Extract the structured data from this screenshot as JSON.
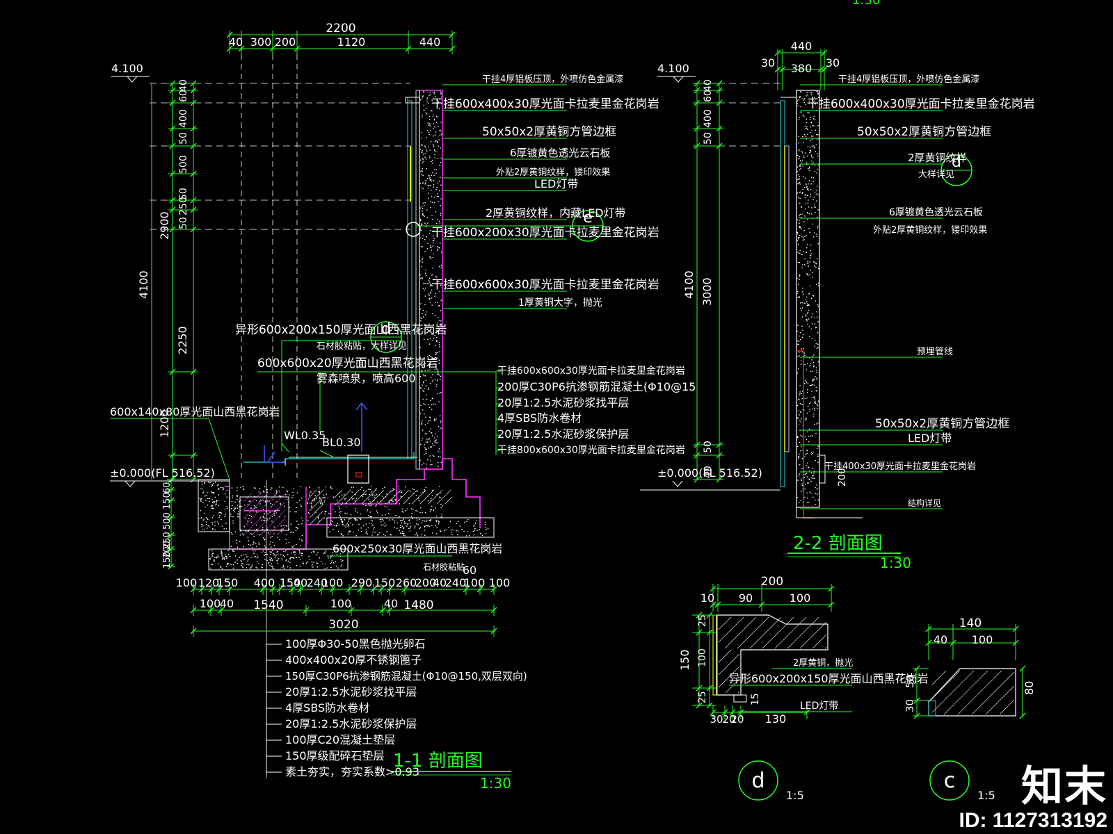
{
  "colors": {
    "bg": "#000000",
    "green": "#22ff22",
    "white": "#ffffff",
    "magenta": "#ff33ff",
    "blue": "#3355ff",
    "red": "#ff2222",
    "cyan": "#22dddd",
    "yellow": "#ffff00",
    "grey": "#888888"
  },
  "s11": {
    "title": "1-1 剖面图",
    "scale": "1:30",
    "dims_top": [
      "2200",
      "40",
      "300",
      "200",
      "1120",
      "440"
    ],
    "elev_top": "4.100",
    "elev_bottom": "±0.000(FL  516.52)",
    "dims_left_small": [
      "40",
      "60",
      "400",
      "50",
      "500",
      "50",
      "250",
      "50",
      "2900",
      "4100",
      "2250",
      "1200"
    ],
    "dims_left_low": [
      "60",
      "150",
      "500",
      "250",
      "200",
      "150"
    ],
    "dims_bottom_row1": [
      "100",
      "120",
      "150",
      "400",
      "150",
      "40",
      "240",
      "100",
      "290",
      "150",
      "260",
      "200",
      "40",
      "240",
      "100",
      "100",
      "60"
    ],
    "dims_bottom_row2": [
      "100",
      "40",
      "1540",
      "100",
      "40",
      "1480"
    ],
    "dim_total": "3020",
    "labels_right": [
      "干挂4厚铝板压顶，外喷仿色金属漆",
      "干挂600x400x30厚光面卡拉麦里金花岗岩",
      "50x50x2厚黄铜方管边框",
      "6厚镀黄色透光云石板",
      "外贴2厚黄铜纹样，镂印效果",
      "LED灯带",
      "2厚黄铜纹样，内藏LED灯带",
      "干挂600x200x30厚光面卡拉麦里金花岗岩",
      "干挂600x600x30厚光面卡拉麦里金花岗岩",
      "1厚黄铜大字，抛光"
    ],
    "labels_right_lower": [
      "干挂600x600x30厚光面卡拉麦里金花岗岩",
      "200厚C30P6抗渗钢筋混凝土(Φ10@15",
      "20厚1:2.5水泥砂浆找平层",
      "4厚SBS防水卷材",
      "20厚1:2.5水泥砂浆保护层",
      "干挂800x600x30厚光面卡拉麦里金花岗岩"
    ],
    "labels_mid": [
      "异形600x200x150厚光面山西黑花岗岩",
      "石材胶粘贴，大样详见",
      "600x600x20厚光面山西黑花岗岩",
      "雾森喷泉，喷高600"
    ],
    "label_left_coping": "600x140x80厚光面山西黑花岗岩",
    "wl": "WL0.35",
    "bl": "BL0.30",
    "label_bottom_stone": "600x250x30厚光面山西黑花岗岩",
    "label_bottom_glue": "石材胶粘贴",
    "layers": [
      "100厚Φ30-50黑色抛光卵石",
      "400x400x20厚不锈钢篦子",
      "150厚C30P6抗渗钢筋混凝土(Φ10@150,双层双向)",
      "20厚1:2.5水泥砂浆找平层",
      "4厚SBS防水卷材",
      "20厚1:2.5水泥砂浆保护层",
      "100厚C20混凝土垫层",
      "150厚级配碎石垫层",
      "素土夯实，夯实系数>0.93"
    ],
    "callout_e": {
      "letter": "e"
    },
    "callout_d": {
      "letter": "d"
    }
  },
  "s22": {
    "title": "2-2 剖面图",
    "scale": "1:30",
    "dims_top": [
      "440",
      "30",
      "380",
      "30"
    ],
    "elev_top": "4.100",
    "elev_bottom": "±0.000(FL  516.52)",
    "dims_left_small": [
      "40",
      "60",
      "400",
      "50",
      "4100",
      "3000",
      "50",
      "40",
      "30"
    ],
    "labels": [
      "干挂4厚铝板压顶，外喷仿色金属漆",
      "干挂600x400x30厚光面卡拉麦里金花岗岩",
      "50x50x2厚黄铜方管边框",
      "2厚黄铜纹样",
      "大样详见",
      "6厚镀黄色透光云石板",
      "外贴2厚黄铜纹样，镂印效果",
      "预埋管线",
      "50x50x2厚黄铜方管边框",
      "LED灯带",
      "干挂400x30厚光面卡拉麦里金花岗岩",
      "结构详见"
    ],
    "dim_200": "200",
    "callout_d": {
      "letter": "d"
    }
  },
  "detail_d": {
    "scale": "1:5",
    "letter": "d",
    "dims_top": [
      "200",
      "10",
      "90",
      "100"
    ],
    "dims_left": [
      "25",
      "150",
      "100",
      "25"
    ],
    "dims_bottom": [
      "30",
      "20",
      "20",
      "130"
    ],
    "dim_15": "15",
    "labels": [
      "2厚黄铜，抛光",
      "异形600x200x150厚光面山西黑花岗岩",
      "LED灯带"
    ]
  },
  "detail_c": {
    "scale": "1:5",
    "letter": "c",
    "dims_top": [
      "140",
      "40",
      "100"
    ],
    "dims_left": [
      "50",
      "30"
    ],
    "dim_right": "80"
  },
  "watermark": {
    "logo": "知末",
    "id": "ID: 1127313192"
  },
  "top_partial": "1:30"
}
